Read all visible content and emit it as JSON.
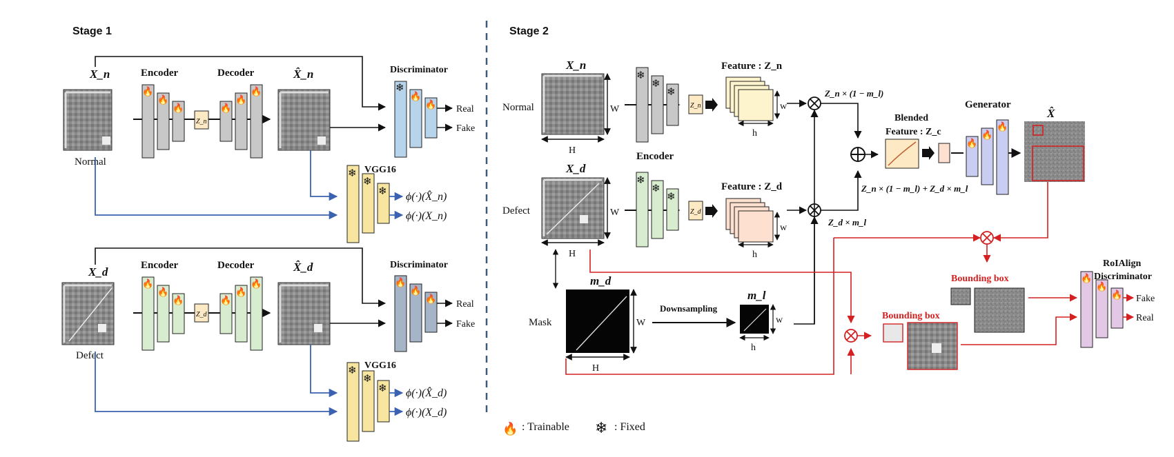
{
  "stage1": {
    "title": "Stage 1",
    "row_normal": {
      "input_label": "X_n",
      "input_caption": "Normal",
      "recon_label": "X̂_n",
      "encoder": "Encoder",
      "decoder": "Decoder",
      "latent": "Z_n",
      "discriminator": "Discriminator",
      "real": "Real",
      "fake": "Fake",
      "vgg": "VGG16",
      "phi_recon": "ϕ(·)(X̂_n)",
      "phi_input": "ϕ(·)(X_n)"
    },
    "row_defect": {
      "input_label": "X_d",
      "input_caption": "Defect",
      "recon_label": "X̂_d",
      "encoder": "Encoder",
      "decoder": "Decoder",
      "latent": "Z_d",
      "discriminator": "Discriminator",
      "real": "Real",
      "fake": "Fake",
      "vgg": "VGG16",
      "phi_recon": "ϕ(·)(X̂_d)",
      "phi_input": "ϕ(·)(X_d)"
    }
  },
  "stage2": {
    "title": "Stage 2",
    "normal_label": "Normal",
    "normal_image": "X_n",
    "defect_label": "Defect",
    "defect_image": "X_d",
    "mask_label": "Mask",
    "mask_image": "m_d",
    "mask_small": "m_l",
    "dim_w": "W",
    "dim_h": "H",
    "dim_w_small": "w",
    "dim_h_small": "h",
    "encoder": "Encoder",
    "latent_normal": "Z_n",
    "latent_defect": "Z_d",
    "feature_normal": "Feature : Z_n",
    "feature_defect": "Feature : Z_d",
    "downsampling": "Downsampling",
    "eq_normal": "Z_n × (1 − m_l)",
    "eq_defect": "Z_d × m_l",
    "eq_blend": "Z_n × (1 − m_l) + Z_d × m_l",
    "blended_line1": "Blended",
    "blended_line2": "Feature : Z_c",
    "generator": "Generator",
    "output_label": "X̂",
    "bbox_top": "Bounding box",
    "bbox_bottom": "Bounding box",
    "roialign_line1": "RoIAlign",
    "roialign_line2": "Discriminator",
    "fake": "Fake",
    "real": "Real"
  },
  "legend": {
    "trainable_icon": "flame-icon",
    "trainable": ": Trainable",
    "fixed_icon": "snowflake-icon",
    "fixed": ": Fixed"
  },
  "colors": {
    "encoder_fill": "#c8c8c8",
    "decoder_fill": "#c8c8c8",
    "disc_normal_fill": "#b8d4ea",
    "disc_defect_fill": "#a6b4c8",
    "vgg_fill": "#f7e5a0",
    "encoder_defect_fill": "#d8ecd0",
    "feature_normal_fill": "#fdf3cc",
    "feature_defect_fill": "#fde0cf",
    "generator_fill": "#c9cdf2",
    "roialign_fill": "#e3c8e6",
    "blue_arrow": "#3a62b0",
    "red_arrow": "#d42020",
    "dashed_divider": "#3e5a7a"
  }
}
